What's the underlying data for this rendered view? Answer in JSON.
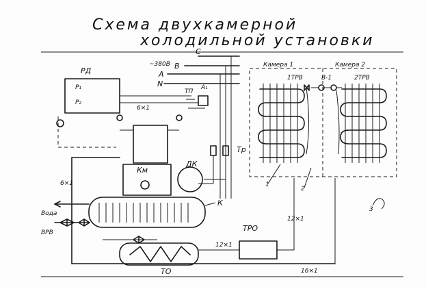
{
  "title": {
    "line1": "Схема двухкамерной",
    "line2": "холодильной установки"
  },
  "labels": {
    "rd": "РД",
    "rd_p1": "Р₁",
    "rd_p2": "Р₂",
    "power_tag": "~380В",
    "phase_c": "С",
    "phase_b": "В",
    "phase_a": "А",
    "neutral": "N",
    "tp": "ТП",
    "ai": "А₁",
    "dk": "ДК",
    "km": "Км",
    "k": "К",
    "tr": "Тр",
    "tro": "ТРО",
    "to": "ТО",
    "chamber1": "Камера 1",
    "chamber2": "Камера 2",
    "tv1": "1ТРВ",
    "tv2": "2ТРВ",
    "sv": "В-1",
    "pipe_6x1": "6×1",
    "pipe_12x1": "12×1",
    "pipe_12x1b": "12×1",
    "pipe_16x1": "16×1",
    "pipe_6x1b": "6×1",
    "water": "Вода",
    "vrv": "ВРВ",
    "num1": "1",
    "num2": "2",
    "num3": "3"
  }
}
